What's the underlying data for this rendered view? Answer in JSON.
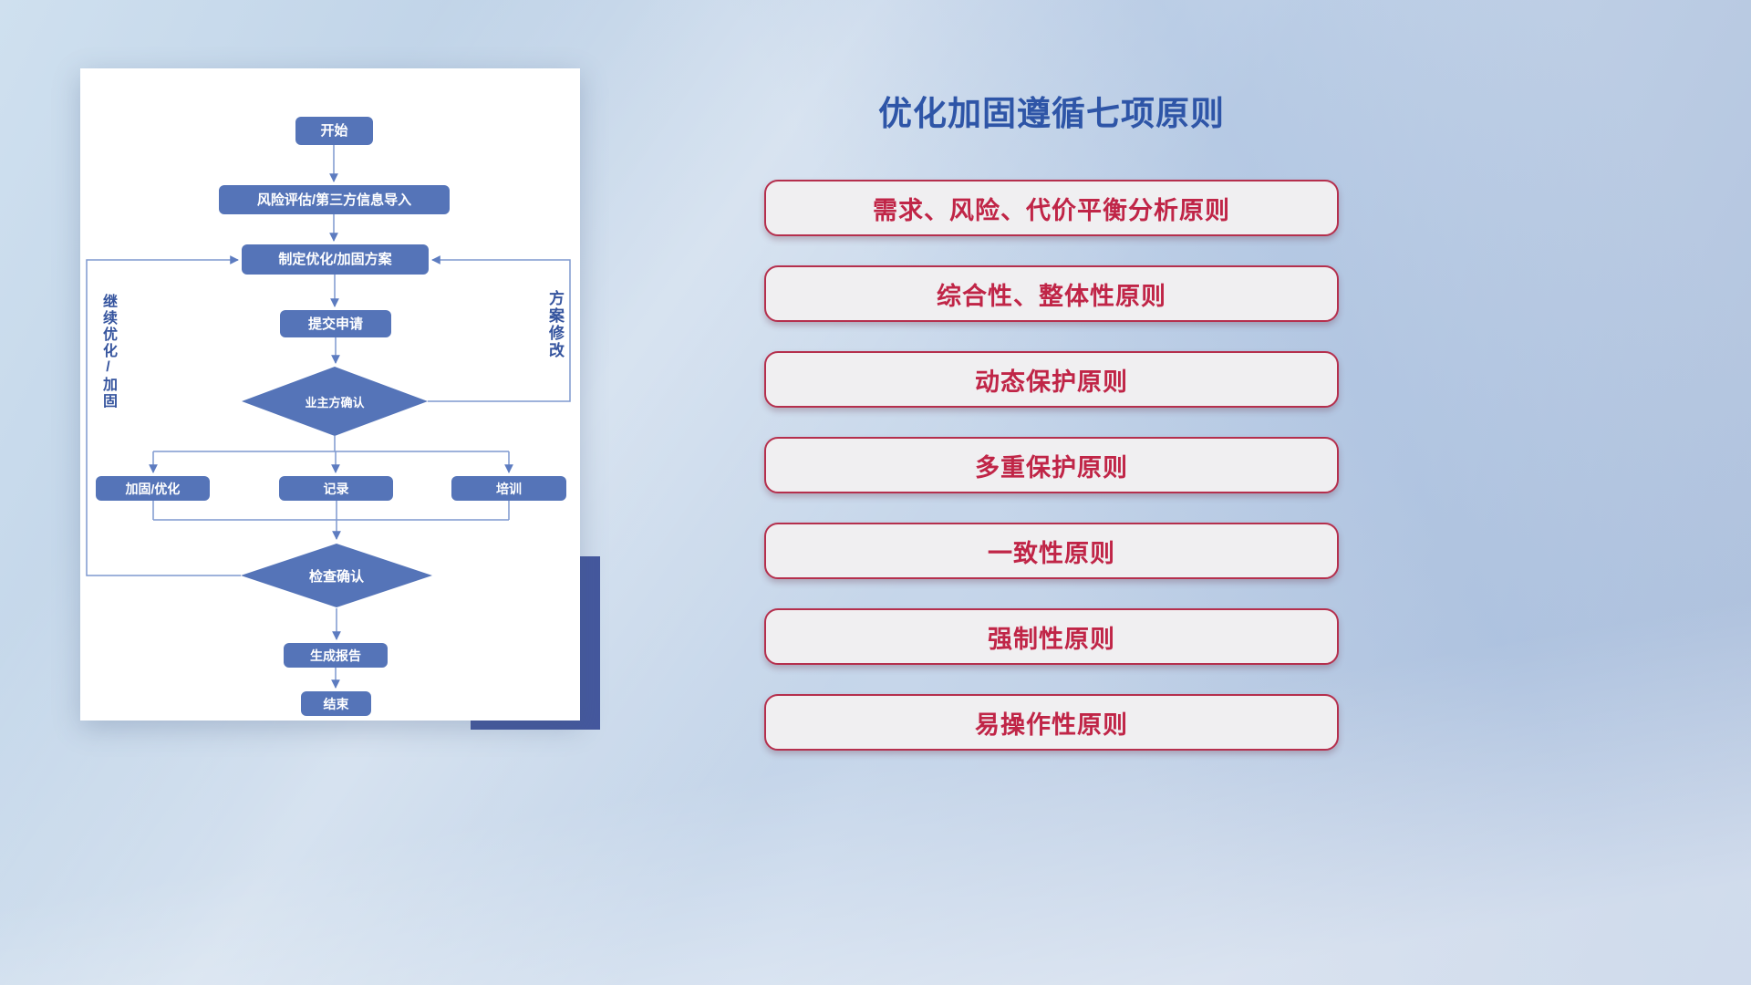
{
  "flowchart": {
    "nodes": {
      "start": "开始",
      "risk": "风险评估/第三方信息导入",
      "plan": "制定优化/加固方案",
      "submit": "提交申请",
      "owner_confirm": "业主方确认",
      "reinforce": "加固/优化",
      "record": "记录",
      "training": "培训",
      "check_confirm": "检查确认",
      "report": "生成报告",
      "end": "结束"
    },
    "edge_labels": {
      "continue": "继续优化/加固",
      "modify": "方案修改"
    }
  },
  "principles": {
    "title": "优化加固遵循七项原则",
    "items": [
      {
        "label": "需求、风险、代价平衡分析原则"
      },
      {
        "label": "综合性、整体性原则"
      },
      {
        "label": "动态保护原则"
      },
      {
        "label": "多重保护原则"
      },
      {
        "label": "一致性原则"
      },
      {
        "label": "强制性原则"
      },
      {
        "label": "易操作性原则"
      }
    ]
  },
  "colors": {
    "node_blue": "#5574b8",
    "line_blue": "#7e99cf",
    "title_blue": "#2e55a7",
    "principle_red": "#c02547",
    "accent_navy": "#45589e"
  }
}
